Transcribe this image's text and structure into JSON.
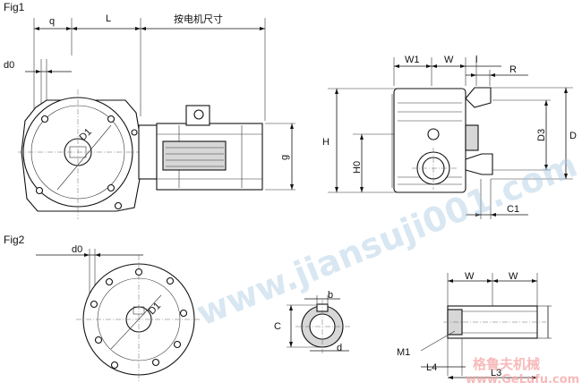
{
  "figures": {
    "fig1": "Fig1",
    "fig2": "Fig2"
  },
  "labels": {
    "q": "q",
    "L": "L",
    "motor_size": "按电机尺寸",
    "d0_fig1": "d0",
    "D1_fig1": "D1",
    "g": "g",
    "W1": "W1",
    "W_top": "W",
    "l": "l",
    "R": "R",
    "H": "H",
    "H0": "H0",
    "D3": "D3",
    "D": "D",
    "C1": "C1",
    "d0_fig2": "d0",
    "D1_fig2": "D1",
    "b": "b",
    "C": "C",
    "d": "d",
    "W_left": "W",
    "W_right": "W",
    "M1": "M1",
    "L4": "L4",
    "L3": "L3"
  },
  "watermark": {
    "site": "www.jiansuji001.com",
    "brand_cn": "格鲁夫机械",
    "brand_url": "www.GeLufu.com"
  }
}
